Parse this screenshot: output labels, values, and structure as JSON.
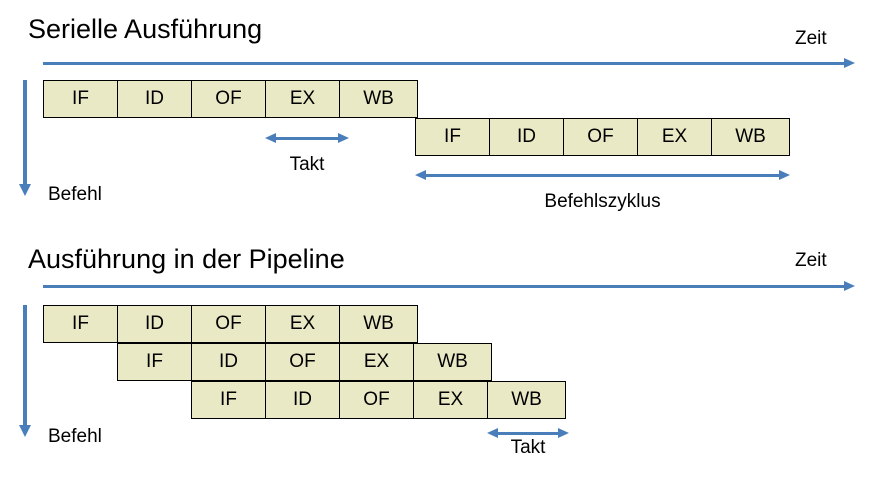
{
  "colors": {
    "box_fill": "#E9E9C6",
    "box_border": "#000000",
    "arrow": "#4A7EBB",
    "text": "#000000",
    "background": "#FFFFFF"
  },
  "sections": [
    {
      "id": "serial",
      "title": "Serielle Ausführung",
      "time_axis_label": "Zeit",
      "instruction_axis_label": "Befehl",
      "rows": [
        {
          "stages": [
            "IF",
            "ID",
            "OF",
            "EX",
            "WB"
          ]
        },
        {
          "stages": [
            "IF",
            "ID",
            "OF",
            "EX",
            "WB"
          ]
        }
      ],
      "annotations": [
        {
          "name": "takt",
          "label": "Takt"
        },
        {
          "name": "befehlszyklus",
          "label": "Befehlszyklus"
        }
      ]
    },
    {
      "id": "pipeline",
      "title": "Ausführung in der Pipeline",
      "time_axis_label": "Zeit",
      "instruction_axis_label": "Befehl",
      "rows": [
        {
          "stages": [
            "IF",
            "ID",
            "OF",
            "EX",
            "WB"
          ]
        },
        {
          "stages": [
            "IF",
            "ID",
            "OF",
            "EX",
            "WB"
          ]
        },
        {
          "stages": [
            "IF",
            "ID",
            "OF",
            "EX",
            "WB"
          ]
        }
      ],
      "annotations": [
        {
          "name": "takt",
          "label": "Takt"
        }
      ]
    }
  ]
}
